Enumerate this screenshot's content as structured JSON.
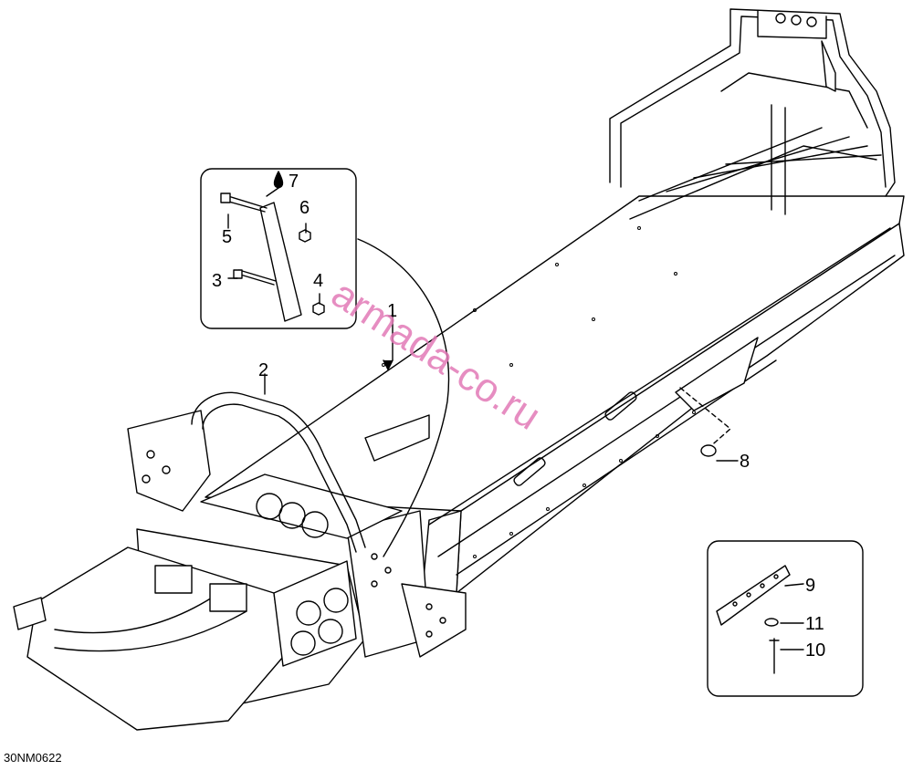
{
  "drawing_id": "30NM0622",
  "watermark": "armada-co.ru",
  "callouts": {
    "c1": "1",
    "c2": "2",
    "c3": "3",
    "c4": "4",
    "c5": "5",
    "c6": "6",
    "c7": "7",
    "c8": "8",
    "c9": "9",
    "c10": "10",
    "c11": "11"
  },
  "colors": {
    "line": "#000000",
    "watermark": "#e27ab7",
    "background": "#ffffff"
  }
}
